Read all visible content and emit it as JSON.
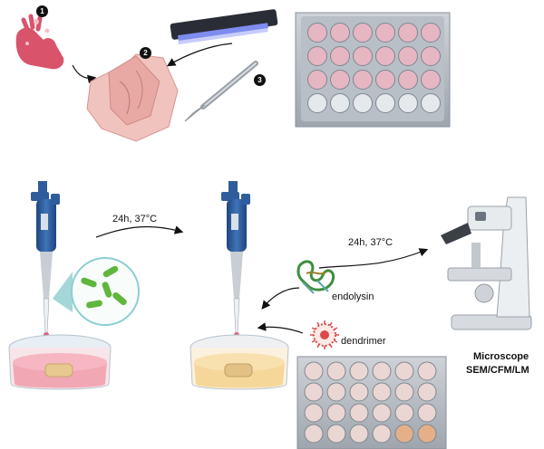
{
  "steps": [
    "1",
    "2",
    "3"
  ],
  "arrow_label_1": "24h, 37°C",
  "arrow_label_2": "24h, 37°C",
  "label_endolysin": "endolysin",
  "label_dendrimer": "dendrimer",
  "microscope_title": "Microscope",
  "microscope_modes": "SEM/CFM/LM",
  "colors": {
    "skin": "#e9b3b0",
    "hand": "#d9536a",
    "pipette_blue": "#2f5d9c",
    "pink_medium": "#f2a7b4",
    "yellow_medium": "#f6d79a",
    "bacteria": "#5fb63c",
    "dendrimer": "#d94a4a"
  }
}
